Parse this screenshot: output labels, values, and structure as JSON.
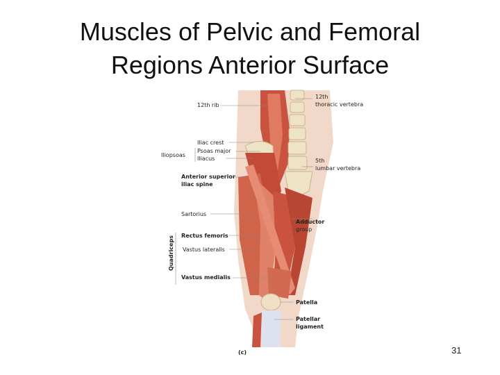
{
  "title": "Muscles of Pelvic and Femoral Regions Anterior Surface",
  "figure": {
    "panel_label": "(c)",
    "labels": {
      "rib12": "12th rib",
      "thoracic_vert": [
        "12th",
        "thoracic vertebra"
      ],
      "iliac_crest": "Iliac crest",
      "iliopsoas": "Iliopsoas",
      "psoas_major": "Psoas major",
      "iliacus": "Iliacus",
      "lumbar_vert": [
        "5th",
        "lumbar vertebra"
      ],
      "asis": [
        "Anterior superior",
        "iliac spine"
      ],
      "sartorius": "Sartorius",
      "adductor": [
        "Adductor",
        "group"
      ],
      "rectus_femoris": "Rectus femoris",
      "vastus_lateralis": "Vastus lateralis",
      "vastus_medialis": "Vastus medialis",
      "quadriceps": "Quadriceps",
      "patella": "Patella",
      "patellar_ligament": [
        "Patellar",
        "ligament"
      ]
    }
  },
  "page_number": "31"
}
